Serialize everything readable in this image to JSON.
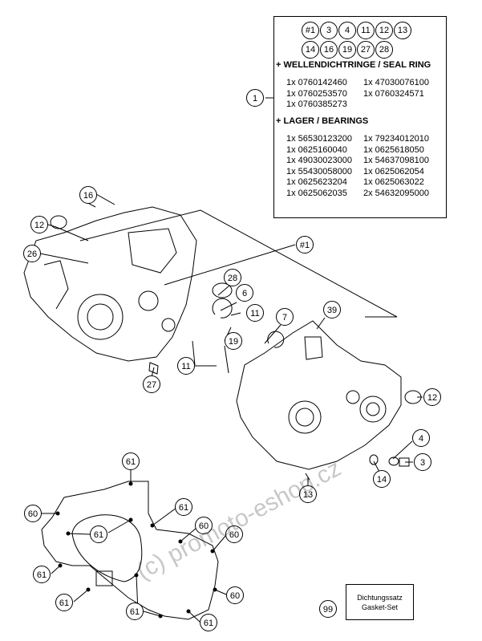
{
  "info_box": {
    "header_callouts": [
      "#1",
      "3",
      "4",
      "11",
      "12",
      "13",
      "14",
      "16",
      "19",
      "27",
      "28"
    ],
    "seal_title": "+ WELLENDICHTRINGE / SEAL RING",
    "seal_parts": [
      "1x 0760142460",
      "1x 47030076100",
      "1x 0760253570",
      "1x 0760324571",
      "1x 0760385273",
      ""
    ],
    "bearing_title": "+ LAGER / BEARINGS",
    "bearing_parts": [
      "1x 56530123200",
      "1x 79234012010",
      "1x 0625160040",
      "1x 0625618050",
      "1x 49030023000",
      "1x 54637098100",
      "1x 55430058000",
      "1x 0625062054",
      "1x 0625623204",
      "1x 0625063022",
      "1x 0625062035",
      "2x 54632095000"
    ]
  },
  "callouts": [
    "1",
    "16",
    "12",
    "26",
    "#1",
    "28",
    "6",
    "11",
    "7",
    "39",
    "19",
    "11",
    "27",
    "12",
    "4",
    "3",
    "14",
    "13",
    "61",
    "60",
    "61",
    "61",
    "60",
    "60",
    "61",
    "61",
    "60",
    "61",
    "61",
    "99"
  ],
  "gasket_set": {
    "line1": "Dichtungssatz",
    "line2": "Gasket-Set"
  },
  "watermark": "(c) promoto-eshop.cz"
}
